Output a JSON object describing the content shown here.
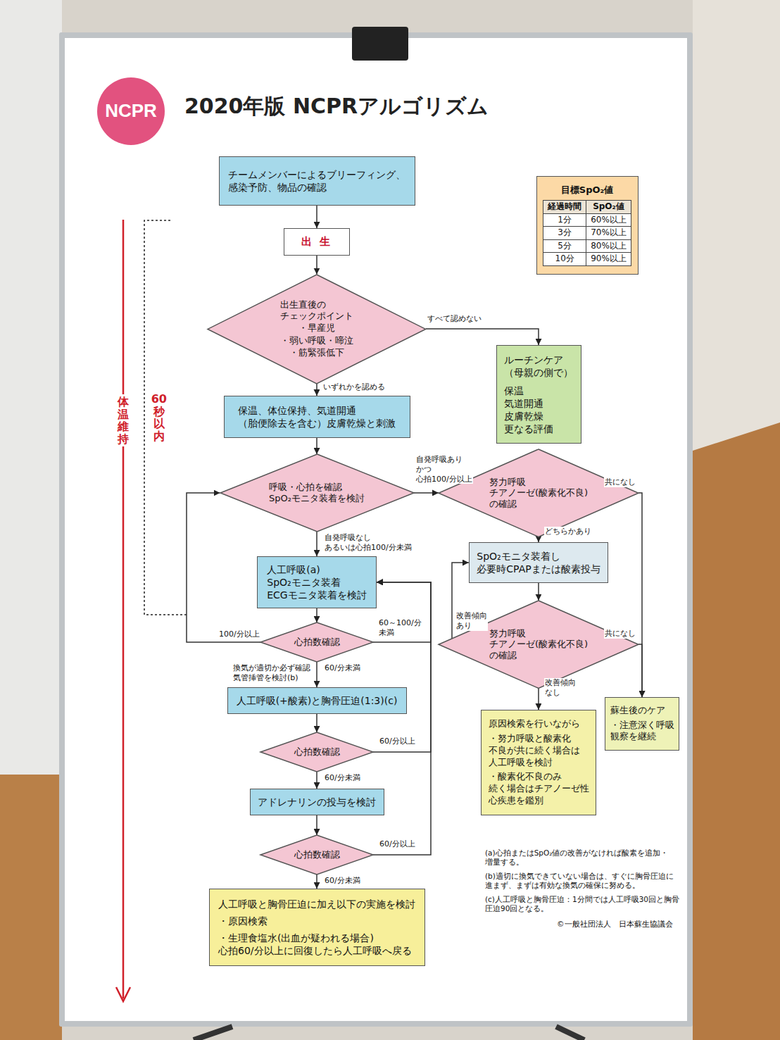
{
  "diagram": {
    "title": "2020年版 NCPRアルゴリズム",
    "nodes": [
      {
        "text": [
          "NCPR"
        ]
      },
      {
        "text": [
          "チームメンバーによるブリーフィング、 感染予防、物品の確認"
        ]
      },
      {
        "text": [
          "目標SpO₂値",
          "経過時間",
          "SpO₂値",
          "1分",
          "60%以上",
          "3分",
          "70%以上",
          "5分",
          "80%以上",
          "10分",
          "90%以上"
        ]
      },
      {
        "text": [
          "出 生"
        ]
      },
      {
        "text": [
          "出生直後の チェックポイント",
          "・早産児",
          "・弱い呼吸・啼泣",
          "・筋緊張低下"
        ]
      },
      {
        "text": [
          "ルーチンケア （母親の側で）",
          "保温 気道開通 皮膚乾燥 更なる評価"
        ]
      },
      {
        "text": [
          "保温、体位保持、気道開通 （胎便除去を含む）皮膚乾燥と刺激"
        ]
      },
      {
        "text": [
          "呼吸・心拍を確認 SpO₂モニタ装着を検討"
        ]
      },
      {
        "text": [
          "努力呼吸 チアノーゼ(酸素化不良) の確認"
        ]
      },
      {
        "text": [
          "人工呼吸(a) SpO₂モニタ装着 ECGモニタ装着を検討"
        ]
      },
      {
        "text": [
          "SpO₂モニタ装着し 必要時CPAPまたは酸素投与"
        ]
      },
      {
        "text": [
          "心拍数確認"
        ]
      },
      {
        "text": [
          "努力呼吸 チアノーゼ(酸素化不良) の確認"
        ]
      },
      {
        "text": [
          "人工呼吸(+酸素)と胸骨圧迫(1:3)(c)"
        ]
      },
      {
        "text": [
          "原因検索を行いながら",
          "・努力呼吸と酸素化 不良が共に続く場合は 人工呼吸を検討",
          "・酸素化不良のみ 続く場合はチアノーゼ性 心疾患を鑑別"
        ]
      },
      {
        "text": [
          "蘇生後のケア",
          "・注意深く呼吸 観察を継続"
        ]
      },
      {
        "text": [
          "心拍数確認"
        ]
      },
      {
        "text": [
          "アドレナリンの投与を検討"
        ]
      },
      {
        "text": [
          "心拍数確認"
        ]
      },
      {
        "text": [
          "人工呼吸と胸骨圧迫に加え以下の実施を検討",
          "・原因検索",
          "・生理食塩水(出血が疑われる場合) 心拍60/分以上に回復したら人工呼吸へ戻る"
        ]
      }
    ],
    "edges": [
      {
        "from": 1,
        "to": 3,
        "arrow": "to"
      },
      {
        "from": 3,
        "to": 4,
        "arrow": "to"
      },
      {
        "from": 4,
        "to": 5,
        "label": "すべて認めない",
        "arrow": "to"
      },
      {
        "from": 4,
        "to": 6,
        "label": "いずれかを認める",
        "arrow": "to"
      },
      {
        "from": 6,
        "to": 7,
        "arrow": "to"
      },
      {
        "from": 7,
        "to": 8,
        "label": "自発呼吸あり かつ 心拍100/分以上",
        "arrow": "to"
      },
      {
        "from": 7,
        "to": 9,
        "label": "自発呼吸なし あるいは心拍100/分未満",
        "arrow": "to"
      },
      {
        "from": 8,
        "to": 10,
        "label": "どちらかあり",
        "arrow": "to"
      },
      {
        "from": 8,
        "to": 15,
        "label": "共になし",
        "arrow": "to"
      },
      {
        "from": 9,
        "to": 11,
        "arrow": "to"
      },
      {
        "from": 11,
        "to": 7,
        "label": "100/分以上",
        "arrow": "to"
      },
      {
        "from": 11,
        "to": 9,
        "label": "60～100/分 未満",
        "arrow": "to"
      },
      {
        "from": 11,
        "to": 13,
        "label": "60/分未満",
        "arrow": "to"
      },
      {
        "from": 10,
        "to": 12,
        "arrow": "to"
      },
      {
        "from": 12,
        "to": 10,
        "label": "改善傾向 あり",
        "arrow": "to"
      },
      {
        "from": 12,
        "to": 15,
        "label": "共になし",
        "arrow": "to"
      },
      {
        "from": 12,
        "to": 14,
        "label": "改善傾向 なし",
        "arrow": "to"
      },
      {
        "from": 13,
        "to": 16,
        "arrow": "to"
      },
      {
        "from": 16,
        "to": 9,
        "label": "60/分以上",
        "arrow": "to"
      },
      {
        "from": 16,
        "to": 17,
        "label": "60/分未満",
        "arrow": "to"
      },
      {
        "from": 17,
        "to": 18,
        "arrow": "to"
      },
      {
        "from": 18,
        "to": 9,
        "label": "60/分以上",
        "arrow": "to"
      },
      {
        "from": 18,
        "to": 19,
        "label": "60/分未満",
        "arrow": "to"
      }
    ],
    "labels": [
      "体温維持",
      "60秒以内",
      "換気が適切か必ず確認 気管挿管を検討(b)",
      "(a)心拍またはSpO₂値の改善がなければ酸素を追加・ 増量する。",
      "(b)適切に換気できていない場合は、すぐに胸骨圧迫に 進まず、まずは有効な換気の確保に努める。",
      "(c)人工呼吸と胸骨圧迫：1分間では人工呼吸30回と胸骨 圧迫90回となる。",
      "©一般社団法人　日本蘇生協議会"
    ]
  }
}
